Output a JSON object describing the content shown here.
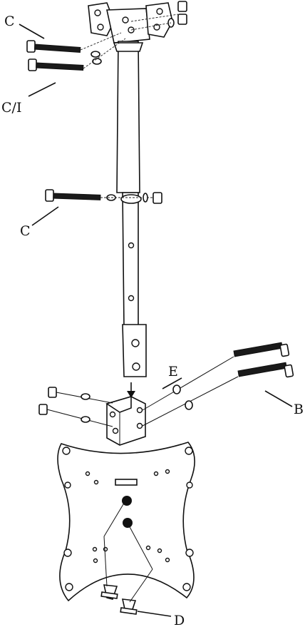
{
  "labels": {
    "c_top": "C",
    "c_i": "C/I",
    "c_mid": "C",
    "e": "E",
    "b": "B",
    "d": "D"
  }
}
